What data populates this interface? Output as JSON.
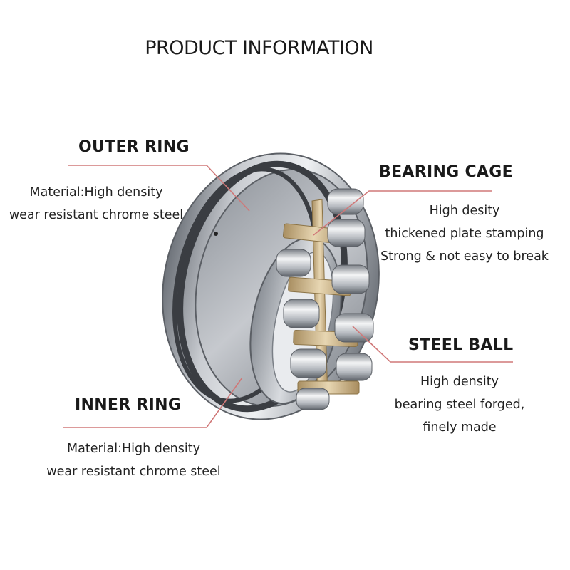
{
  "title": "PRODUCT INFORMATION",
  "callouts": {
    "outer_ring": {
      "heading": "OUTER RING",
      "lines": [
        "Material:High density",
        "wear resistant chrome steel"
      ]
    },
    "bearing_cage": {
      "heading": "BEARING CAGE",
      "lines": [
        "High desity",
        "thickened plate stamping",
        "Strong & not easy to break"
      ]
    },
    "steel_ball": {
      "heading": "STEEL BALL",
      "lines": [
        "High density",
        "bearing steel forged,",
        "finely made"
      ]
    },
    "inner_ring": {
      "heading": "INNER RING",
      "lines": [
        "Material:High density",
        "wear resistant chrome steel"
      ]
    }
  },
  "colors": {
    "leader_line": "#d07878",
    "steel": "#9aa0a8",
    "cage": "#cdb48a",
    "groove": "#3a3d42"
  }
}
